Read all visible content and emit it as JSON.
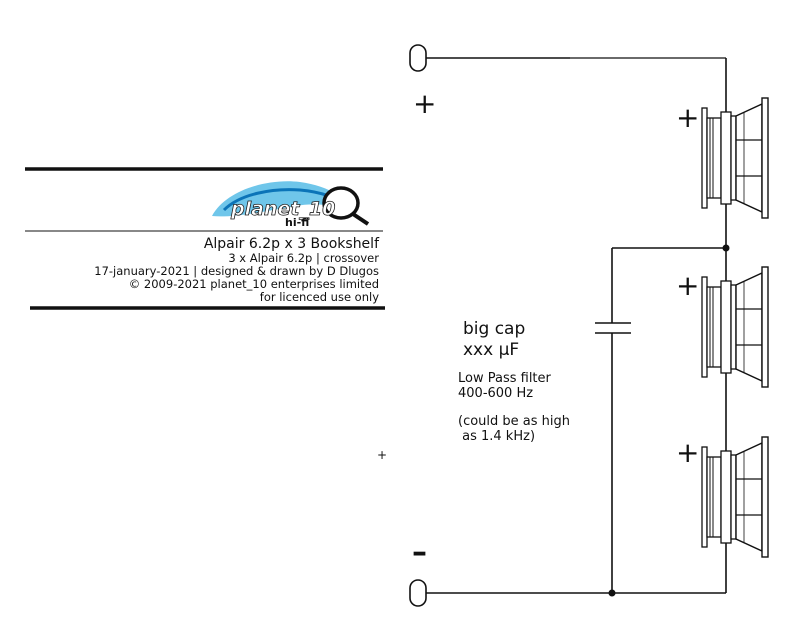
{
  "title_block": {
    "logo": {
      "main": "planet_10",
      "sub": "hi-fi"
    },
    "title": "Alpair 6.2p x 3 Bookshelf",
    "line2": "3 x  Alpair 6.2p | crossover",
    "line3": "17-january-2021 | designed & drawn by D Dlugos",
    "line4": "© 2009-2021 planet_10 enterprises limited",
    "line5": "for licenced use only"
  },
  "schematic": {
    "terminal_plus": "+",
    "terminal_minus": "–",
    "driver_polarity": [
      "+",
      "+",
      "+"
    ],
    "capacitor_label": "big cap",
    "capacitor_value": "xxx µF",
    "filter_type": "Low Pass filter",
    "filter_range": "400-600 Hz",
    "filter_note_1": "(could be as high",
    "filter_note_2": " as 1.4 kHz)",
    "center_mark": "+"
  }
}
